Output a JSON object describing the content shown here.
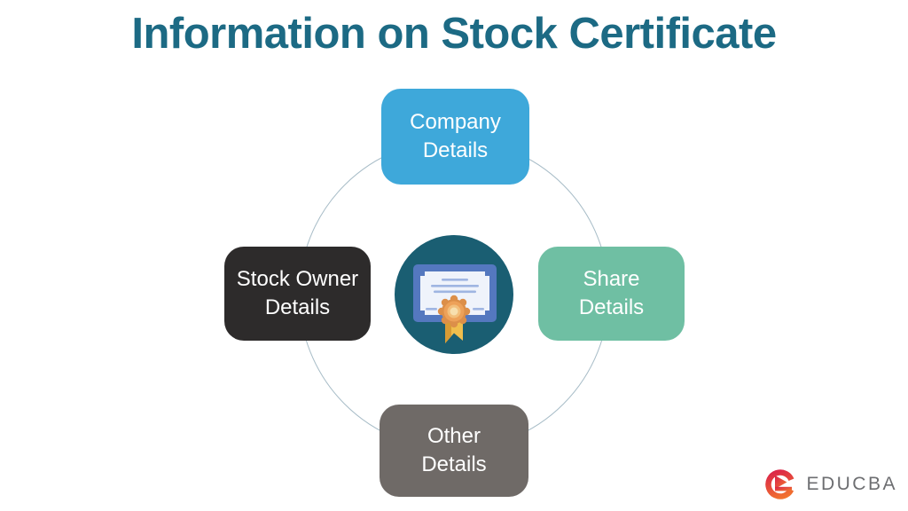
{
  "title": "Information on Stock Certificate",
  "colors": {
    "title_text": "#1C6A84",
    "ring_line": "#A7BCC7",
    "node_text": "#FFFFFF",
    "center_circle": "#1A5E72",
    "cert_frame": "#5478BF",
    "cert_paper": "#EFF3FB",
    "cert_lines": "#9FB5E2",
    "rosette_outer": "#DC8F49",
    "rosette_body": "#EDA159",
    "rosette_inner": "#F2BF7C",
    "rosette_center": "#F7DFAE",
    "ribbon_main": "#F0BE4D",
    "ribbon_shadow": "#D89B35",
    "logo_gradient_start": "#D91F4B",
    "logo_gradient_end": "#F47B2A",
    "logo_text_color": "#6D6E71"
  },
  "nodes": [
    {
      "id": "company-details",
      "label": "Company\nDetails",
      "color": "#3EA8DA"
    },
    {
      "id": "stock-owner-details",
      "label": "Stock Owner\nDetails",
      "color": "#2D2B2B"
    },
    {
      "id": "share-details",
      "label": "Share\nDetails",
      "color": "#6FBFA3"
    },
    {
      "id": "other-details",
      "label": "Other\nDetails",
      "color": "#6F6A67"
    }
  ],
  "center": {
    "icon": "certificate-icon"
  },
  "logo": {
    "text": "EDUCBA"
  }
}
